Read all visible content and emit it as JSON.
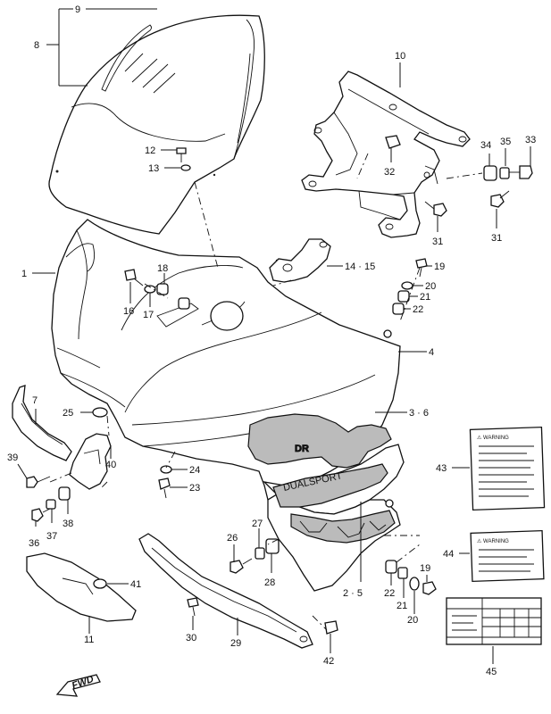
{
  "callouts": {
    "c1": "1",
    "c2_5": "2 · 5",
    "c3_6": "3 · 6",
    "c4": "4",
    "c7": "7",
    "c8": "8",
    "c9": "9",
    "c10": "10",
    "c11": "11",
    "c12": "12",
    "c13": "13",
    "c14_15": "14 · 15",
    "c16": "16",
    "c17": "17",
    "c18": "18",
    "c19a": "19",
    "c19b": "19",
    "c20a": "20",
    "c20b": "20",
    "c21a": "21",
    "c21b": "21",
    "c22a": "22",
    "c22b": "22",
    "c23": "23",
    "c24": "24",
    "c25": "25",
    "c26": "26",
    "c27": "27",
    "c28": "28",
    "c29": "29",
    "c30": "30",
    "c31a": "31",
    "c31b": "31",
    "c32": "32",
    "c33": "33",
    "c34": "34",
    "c35": "35",
    "c36": "36",
    "c37": "37",
    "c38": "38",
    "c39": "39",
    "c40": "40",
    "c41": "41",
    "c42": "42",
    "c43": "43",
    "c44": "44",
    "c45": "45"
  },
  "decal_text": {
    "dr": "DR",
    "dualsport": "DUALSPORT"
  },
  "warning_labels": {
    "label43_heading": "⚠ WARNING",
    "label44_heading": "⚠ WARNING"
  },
  "fwd_text": "FWD"
}
